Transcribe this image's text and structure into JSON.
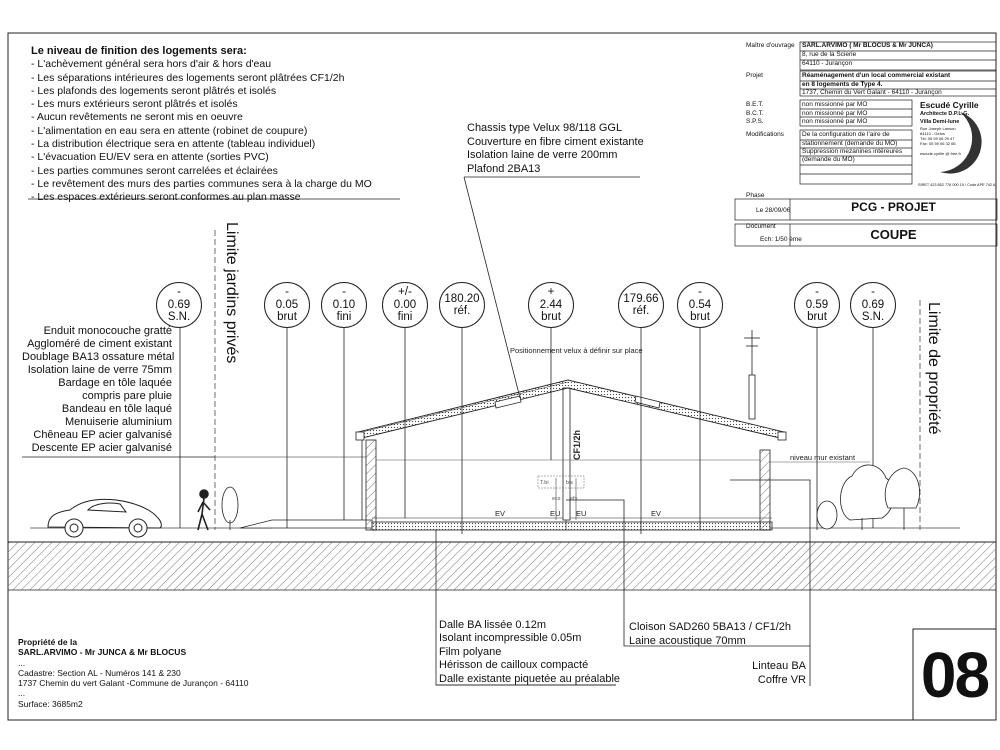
{
  "finish_notes": {
    "heading": "Le niveau de finition des logements sera:",
    "items": [
      "- L'achèvement général sera hors d'air & hors d'eau",
      "- Les séparations intérieures des logements seront plâtrées CF1/2h",
      "- Les plafonds des logements seront plâtrés et isolés",
      "- Les murs extérieurs seront plâtrés et isolés",
      "- Aucun revêtements ne seront mis en oeuvre",
      "- L'alimentation en eau sera en attente (robinet de coupure)",
      "- La distribution électrique sera en attente (tableau individuel)",
      "- L'évacuation EU/EV sera en attente (sorties PVC)",
      "- Les parties communes seront carrelées et éclairées",
      "- Le revêtement des murs des parties communes sera à la charge du MO",
      "- Les espaces extérieurs seront conformes au plan masse"
    ]
  },
  "title_block": {
    "maitre_label": "Maître d'ouvrage",
    "maitre_lines": [
      "SARL.ARVIMO ( Mr BLOCUS & Mr JUNCA)",
      "8, rue de la Scierie",
      "64110 - Jurançon"
    ],
    "projet_label": "Projet",
    "projet_lines": [
      "Réaménagement d'un local commercial existant",
      "en 8 logements de Type 4.",
      "1737, Chemin du Vert Galant - 64110 - Jurançon"
    ],
    "bet_label": "B.E.T.",
    "bet_value": "non missionné par MO",
    "bct_label": "B.C.T.",
    "bct_value": "non missionné par MO",
    "sps_label": "S.P.S.",
    "sps_value": "non missionné par MO",
    "modif_label": "Modifications",
    "modif_lines": [
      "De la configuration de l'aire de",
      "stationnement (demande du MO)",
      "Suppression mezanines intéreures",
      "(demande du MO)"
    ],
    "architect_name": "Escudé Cyrille",
    "architect_title": "Architecte D.P.L.G.",
    "architect_villa": "Villa Demi-lune",
    "architect_lines": [
      "Rue Joseph Lanson",
      "64110 - Gelos",
      "Tél: 05 59 06 29 47",
      "Fax: 05 59 06 32 66",
      "",
      "escude.cyrille @ free.fr"
    ],
    "siret": "SIRET 423 852 776 000 19 / Code APE 742 A",
    "phase_label": "Phase",
    "phase_date": "Le 28/09/06",
    "phase_value": "PCG - PROJET",
    "document_label": "Document",
    "document_scale": "Ech: 1/50 ème",
    "document_value": "COUPE"
  },
  "roof_note": [
    "Chassis type Velux 98/118 GGL",
    "Couverture en fibre ciment existante",
    "Isolation laine de verre 200mm",
    "Plafond 2BA13"
  ],
  "wall_note": [
    "Enduit monocouche gratté",
    "Aggloméré de ciment existant",
    "Doublage BA13 ossature métal",
    "Isolation laine de verre 75mm",
    "Bardage en tôle laquée",
    "compris pare pluie",
    "Bandeau en tôle laqué",
    "Menuiserie aluminium",
    "Chêneau EP acier galvanisé",
    "Descente EP acier galvanisé"
  ],
  "slab_note": [
    "Dalle BA lissée 0.12m",
    "Isolant incompressible 0.05m",
    "Film polyane",
    "Hérisson de cailloux compacté",
    "Dalle existante piquetée au préalable"
  ],
  "partition_note": [
    "Cloison SAD260 5BA13 / CF1/2h",
    "Laine acoustique 70mm"
  ],
  "lintel_note": [
    "Linteau BA",
    "Coffre VR"
  ],
  "levels": [
    {
      "sign": "-",
      "value": "0.69",
      "unit": "S.N."
    },
    {
      "sign": "-",
      "value": "0.05",
      "unit": "brut"
    },
    {
      "sign": "-",
      "value": "0.10",
      "unit": "fini"
    },
    {
      "sign": "+/-",
      "value": "0.00",
      "unit": "fini"
    },
    {
      "sign": "",
      "value": "180.20",
      "unit": "réf."
    },
    {
      "sign": "+",
      "value": "2.44",
      "unit": "brut"
    },
    {
      "sign": "",
      "value": "179.66",
      "unit": "réf."
    },
    {
      "sign": "-",
      "value": "0.54",
      "unit": "brut"
    },
    {
      "sign": "-",
      "value": "0.59",
      "unit": "brut"
    },
    {
      "sign": "-",
      "value": "0.69",
      "unit": "S.N."
    }
  ],
  "limit_left": "Limite jardins privés",
  "limit_right": "Limite de propriété",
  "drawing_labels": {
    "velux": "Positionnement velux à définir sur place",
    "cf": "CF1/2h",
    "ev1": "EV",
    "eu1": "EU",
    "eu2": "EU",
    "ev2": "EV",
    "mur": "niveau mur existant",
    "tb": "T.bi",
    "bis": "bis",
    "ecs": "ecs",
    "efs": "efs"
  },
  "owner": {
    "label": "Propriété de la",
    "name": "SARL.ARVIMO - Mr JUNCA & Mr BLOCUS",
    "dots1": "...",
    "cadastre": "Cadastre: Section AL - Numéros 141 & 230",
    "address": "1737 Chemin du vert Galant -Commune de Jurançon - 64110",
    "dots2": "...",
    "surface": "Surface: 3685m2"
  },
  "sheet_number": "08"
}
